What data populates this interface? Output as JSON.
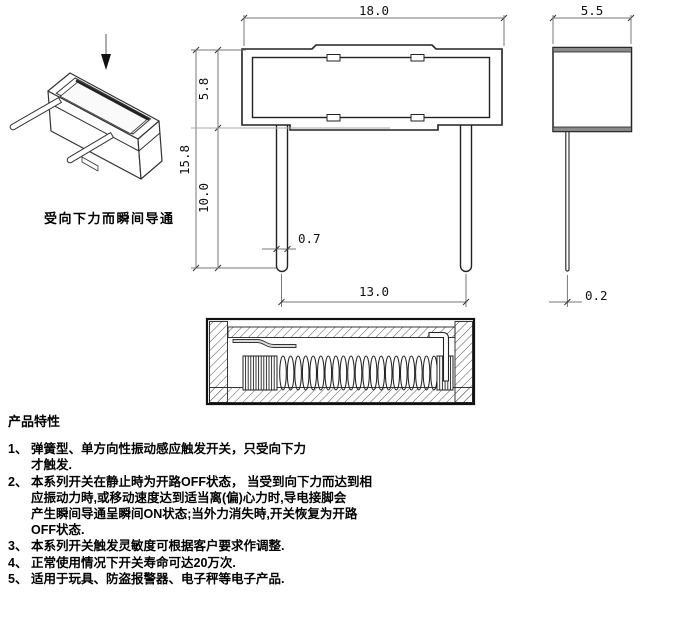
{
  "drawing": {
    "iso_caption": "受向下力而瞬间导通",
    "dims": {
      "front_width": "18.0",
      "body_height": "5.8",
      "total_height": "15.8",
      "pin_length": "10.0",
      "pin_width": "0.7",
      "pin_pitch": "13.0",
      "side_width": "5.5",
      "pin_thickness": "0.2"
    },
    "colors": {
      "outline": "#222222",
      "dimension": "#777777",
      "hatch": "#555555"
    }
  },
  "features": {
    "title": "产品特性",
    "items": [
      {
        "num": "1、",
        "lines": [
          "弹簧型、单方向性振动感应触发开关，只受向下力",
          "才触发."
        ]
      },
      {
        "num": "2、",
        "lines": [
          "本系列开关在静止時为开路OFF状态， 当受到向下力而达到相",
          "应振动力時,或移动速度达到适当离(偏)心力时,导电接脚会",
          "产生瞬间导通呈瞬间ON状态;当外力消失時,开关恢复为开路",
          "OFF状态."
        ]
      },
      {
        "num": "3、",
        "lines": [
          "本系列开关触发灵敏度可根据客户要求作调整."
        ]
      },
      {
        "num": "4、",
        "lines": [
          "正常使用情况下开关寿命可达20万次."
        ]
      },
      {
        "num": "5、",
        "lines": [
          "适用于玩具、防盗报警器、电子秤等电子产品."
        ]
      }
    ]
  }
}
